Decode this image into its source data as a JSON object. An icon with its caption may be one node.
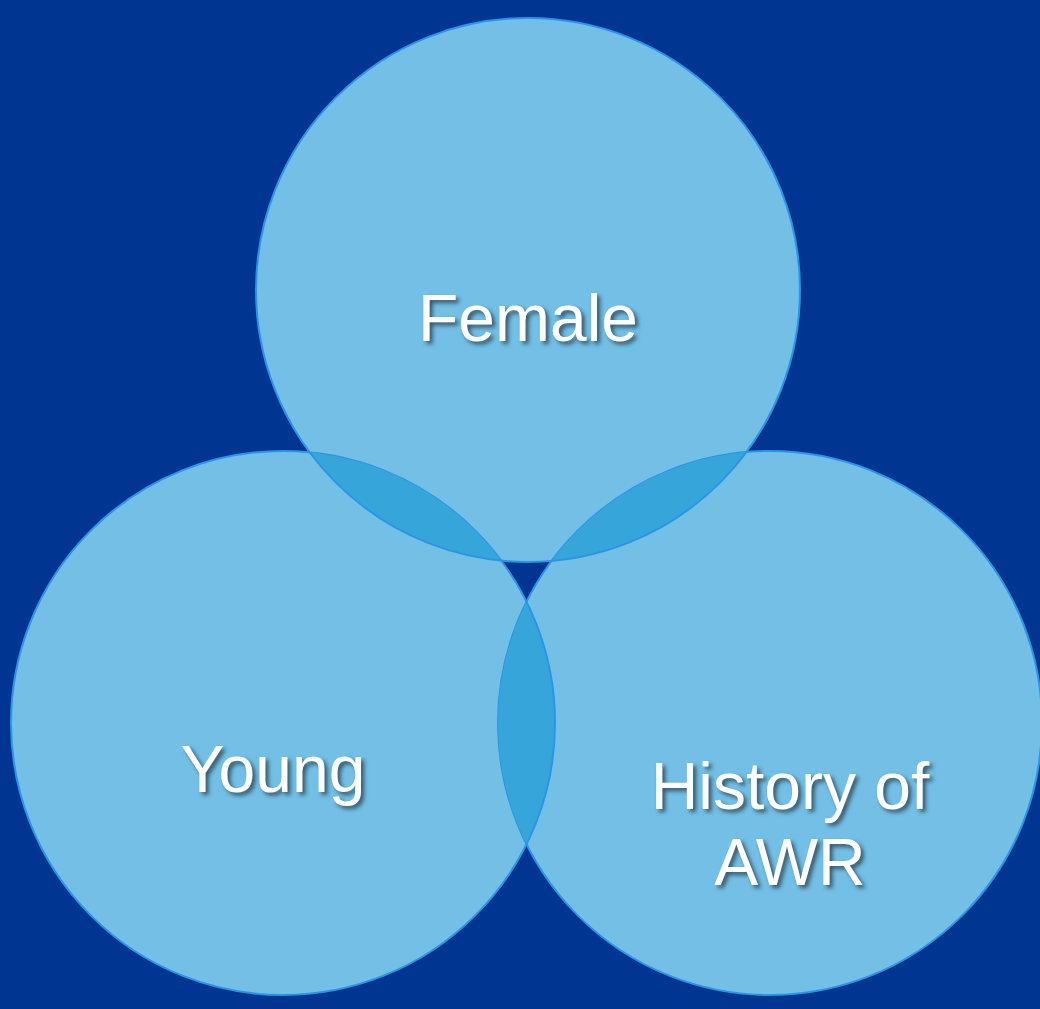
{
  "diagram": {
    "nodes": [
      {
        "text": [
          "Female"
        ]
      },
      {
        "text": [
          "Young"
        ]
      },
      {
        "text": [
          "History of AWR"
        ]
      }
    ]
  }
}
